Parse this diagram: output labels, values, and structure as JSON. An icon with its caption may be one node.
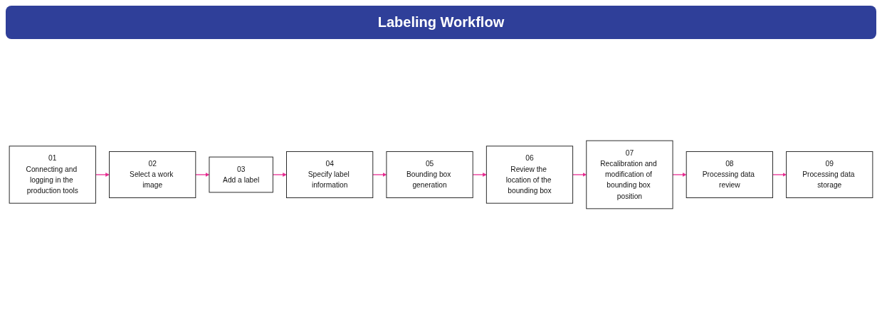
{
  "diagram": {
    "title": "Labeling Workflow",
    "nodes": [
      {
        "text": [
          "01",
          "Connecting and logging in the production tools"
        ]
      },
      {
        "text": [
          "02",
          "Select a work image"
        ]
      },
      {
        "text": [
          "03",
          "Add a label"
        ]
      },
      {
        "text": [
          "04",
          "Specify label information"
        ]
      },
      {
        "text": [
          "05",
          "Bounding box generation"
        ]
      },
      {
        "text": [
          "06",
          "Review the location of the bounding box"
        ]
      },
      {
        "text": [
          "07",
          "Recalibration and modification of bounding box position"
        ]
      },
      {
        "text": [
          "08",
          "Processing data review"
        ]
      },
      {
        "text": [
          "09",
          "Processing data storage"
        ]
      }
    ],
    "edges": [
      {
        "from": 0,
        "to": 1,
        "arrow": "to"
      },
      {
        "from": 1,
        "to": 2,
        "arrow": "to"
      },
      {
        "from": 2,
        "to": 3,
        "arrow": "to"
      },
      {
        "from": 3,
        "to": 4,
        "arrow": "to"
      },
      {
        "from": 4,
        "to": 5,
        "arrow": "to"
      },
      {
        "from": 5,
        "to": 6,
        "arrow": "to"
      },
      {
        "from": 6,
        "to": 7,
        "arrow": "to"
      },
      {
        "from": 7,
        "to": 8,
        "arrow": "to"
      }
    ]
  }
}
